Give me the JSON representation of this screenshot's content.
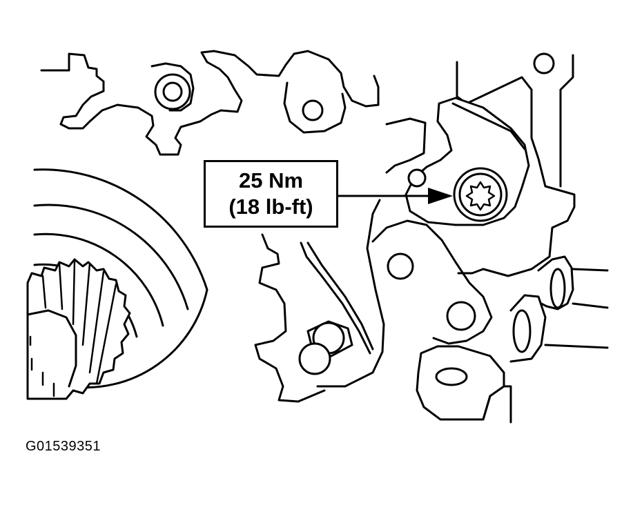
{
  "callout": {
    "torque_metric": "25 Nm",
    "torque_imperial": "(18 lb-ft)"
  },
  "figure_id": "G01539351",
  "colors": {
    "ink": "#000000",
    "paper": "#ffffff"
  }
}
